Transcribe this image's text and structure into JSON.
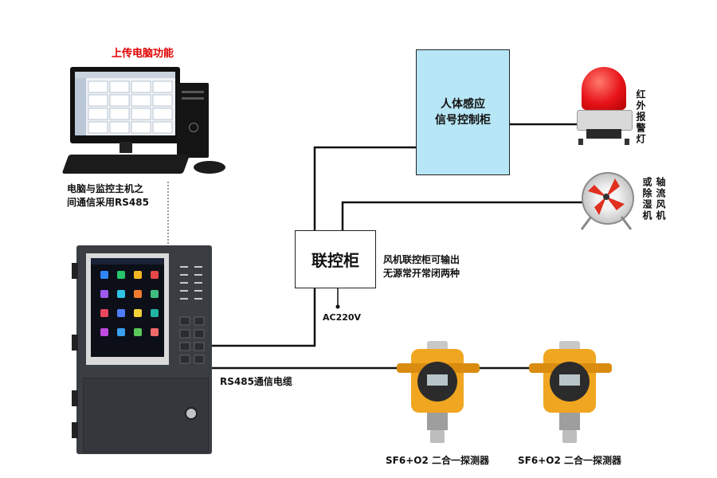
{
  "pc": {
    "title": "上传电脑功能",
    "caption_line1": "电脑与监控主机之",
    "caption_line2": "间通信采用RS485"
  },
  "signal_box": {
    "line1": "人体感应",
    "line2": "信号控制柜"
  },
  "linkage_box": {
    "label": "联控柜"
  },
  "linkage_note": {
    "line1": "风机联控柜可输出",
    "line2": "无源常开常闭两种"
  },
  "power_label": "AC220V",
  "bus_label": "RS485通信电缆",
  "alarm_label": "红外报警灯",
  "fan_label_col1": "或除湿机",
  "fan_label_col2": "轴流风机",
  "detector1_label": "SF6+O2 二合一探测器",
  "detector2_label": "SF6+O2 二合一探测器",
  "colors": {
    "title_red": "#e00000",
    "signal_box_fill": "#b7e6f6",
    "lamp_red": "#e8141a",
    "detector_orange": "#f0a621"
  }
}
